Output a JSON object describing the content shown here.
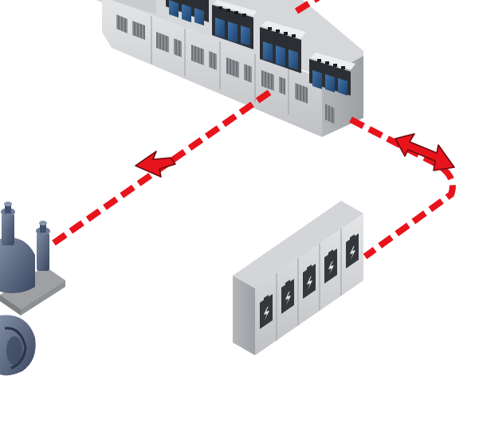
{
  "diagram": {
    "colors": {
      "background": "#ffffff",
      "cable": "#e8141c",
      "arrow_fill": "#e8141c",
      "arrow_stroke": "#6b0b0e",
      "cabinet_light": "#d9dadc",
      "cabinet_mid": "#c3c5c8",
      "cabinet_dark": "#a6a9ad",
      "drive_blue": "#2d5d95",
      "battery_icon": "#34373b",
      "thruster_metal": "#51607a"
    },
    "components": [
      {
        "id": "drive-cabinet-row",
        "icon": "converter-drives"
      },
      {
        "id": "battery-bank",
        "icon": "battery-charge-icon",
        "modules": 5
      },
      {
        "id": "thruster",
        "icon": "azimuth-thruster"
      }
    ],
    "connections": [
      {
        "from": "drive-cabinet-row",
        "to": "thruster",
        "style": "dashed",
        "direction": "to-thruster"
      },
      {
        "from": "drive-cabinet-row",
        "to": "battery-bank",
        "style": "dashed",
        "direction": "bidirectional"
      },
      {
        "from": "drive-cabinet-row",
        "to": "offscreen",
        "style": "dashed"
      }
    ]
  }
}
